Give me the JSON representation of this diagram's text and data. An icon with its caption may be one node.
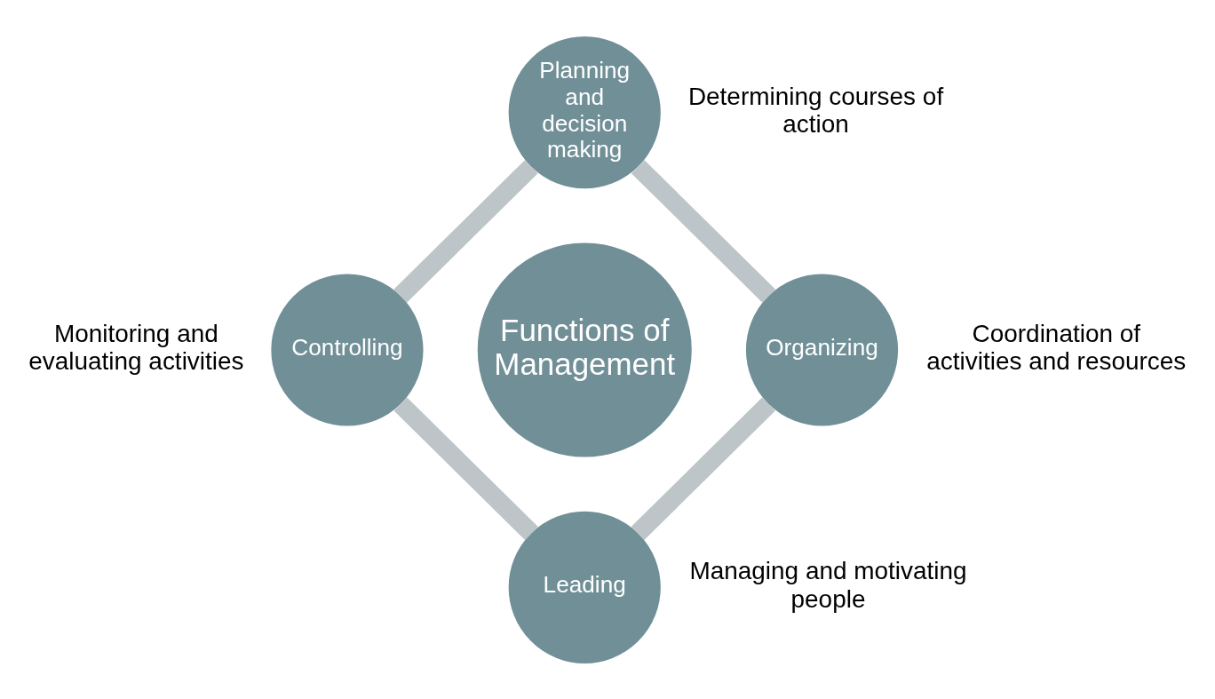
{
  "diagram": {
    "nodes": [
      {
        "text": [
          "Planning and decision making"
        ],
        "beside": [
          "Determining courses of action"
        ]
      },
      {
        "text": [
          "Controlling"
        ],
        "beside": [
          "Monitoring and evaluating activities"
        ]
      },
      {
        "text": [
          "Functions of Management"
        ]
      },
      {
        "text": [
          "Organizing"
        ],
        "beside": [
          "Coordination of activities and resources"
        ]
      },
      {
        "text": [
          "Leading"
        ],
        "beside": [
          "Managing and motivating people"
        ]
      }
    ],
    "edges": [
      {
        "from": 0,
        "to": 3,
        "arrow": "none"
      },
      {
        "from": 3,
        "to": 4,
        "arrow": "none"
      },
      {
        "from": 1,
        "to": 4,
        "arrow": "none"
      },
      {
        "from": 0,
        "to": 1,
        "arrow": "none"
      }
    ]
  }
}
